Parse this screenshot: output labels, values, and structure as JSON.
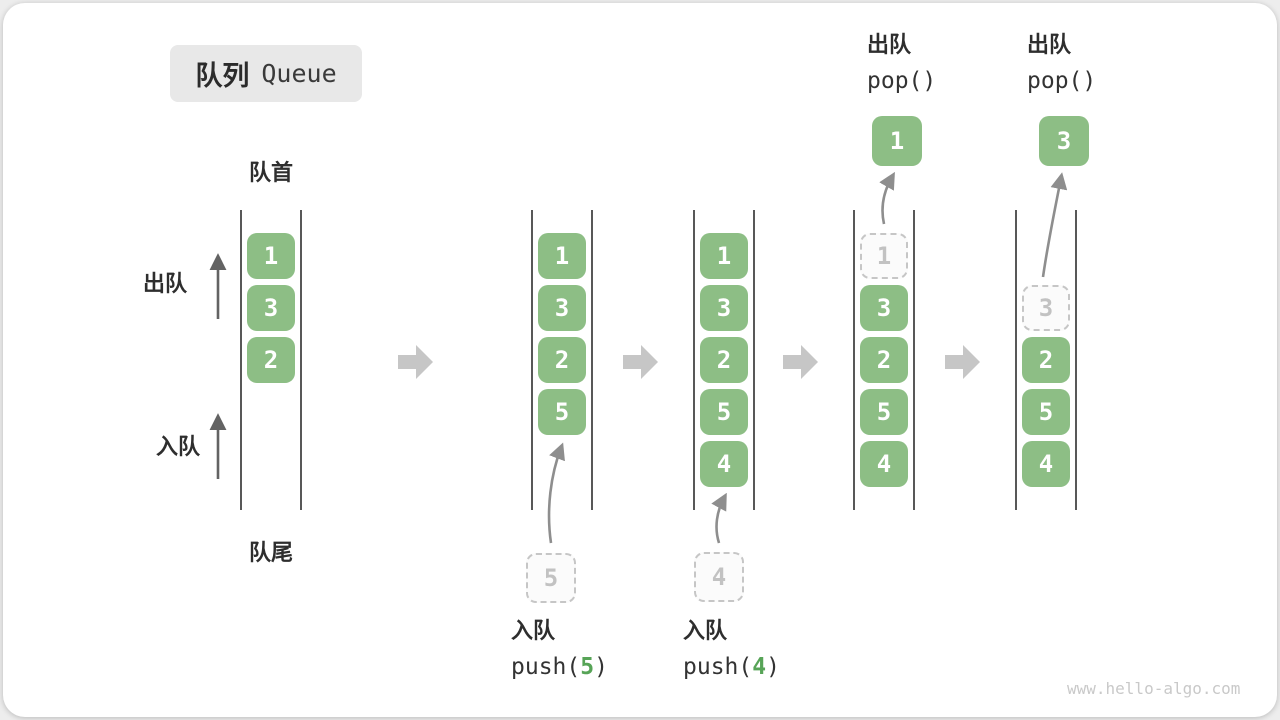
{
  "title": {
    "zh": "队列",
    "en": "Queue"
  },
  "side_labels": {
    "front": "队首",
    "rear": "队尾",
    "dequeue": "出队",
    "enqueue": "入队"
  },
  "colors": {
    "green": "#8DBE85",
    "code_green": "#57A457"
  },
  "watermark": "www.hello-algo.com",
  "states": [
    {
      "name": "initial-queue",
      "boxes": [
        {
          "slot": 0,
          "value": "1",
          "style": "solid"
        },
        {
          "slot": 1,
          "value": "3",
          "style": "solid"
        },
        {
          "slot": 2,
          "value": "2",
          "style": "solid"
        }
      ]
    },
    {
      "name": "after-push-5",
      "boxes": [
        {
          "slot": 0,
          "value": "1",
          "style": "solid"
        },
        {
          "slot": 1,
          "value": "3",
          "style": "solid"
        },
        {
          "slot": 2,
          "value": "2",
          "style": "solid"
        },
        {
          "slot": 3,
          "value": "5",
          "style": "solid"
        }
      ],
      "op": {
        "type": "enqueue",
        "label": "入队",
        "code_pre": "push(",
        "code_arg": "5",
        "code_post": ")",
        "loose": {
          "value": "5",
          "style": "dashed",
          "position": "below"
        }
      }
    },
    {
      "name": "after-push-4",
      "boxes": [
        {
          "slot": 0,
          "value": "1",
          "style": "solid"
        },
        {
          "slot": 1,
          "value": "3",
          "style": "solid"
        },
        {
          "slot": 2,
          "value": "2",
          "style": "solid"
        },
        {
          "slot": 3,
          "value": "5",
          "style": "solid"
        },
        {
          "slot": 4,
          "value": "4",
          "style": "solid"
        }
      ],
      "op": {
        "type": "enqueue",
        "label": "入队",
        "code_pre": "push(",
        "code_arg": "4",
        "code_post": ")",
        "loose": {
          "value": "4",
          "style": "dashed",
          "position": "below"
        }
      }
    },
    {
      "name": "after-pop-1",
      "boxes": [
        {
          "slot": 0,
          "value": "1",
          "style": "dashed"
        },
        {
          "slot": 1,
          "value": "3",
          "style": "solid"
        },
        {
          "slot": 2,
          "value": "2",
          "style": "solid"
        },
        {
          "slot": 3,
          "value": "5",
          "style": "solid"
        },
        {
          "slot": 4,
          "value": "4",
          "style": "solid"
        }
      ],
      "op": {
        "type": "dequeue",
        "label": "出队",
        "code_pre": "pop(",
        "code_arg": "",
        "code_post": ")",
        "loose": {
          "value": "1",
          "style": "solid",
          "position": "above"
        }
      }
    },
    {
      "name": "after-pop-3",
      "boxes": [
        {
          "slot": 1,
          "value": "3",
          "style": "dashed"
        },
        {
          "slot": 2,
          "value": "2",
          "style": "solid"
        },
        {
          "slot": 3,
          "value": "5",
          "style": "solid"
        },
        {
          "slot": 4,
          "value": "4",
          "style": "solid"
        }
      ],
      "op": {
        "type": "dequeue",
        "label": "出队",
        "code_pre": "pop(",
        "code_arg": "",
        "code_post": ")",
        "loose": {
          "value": "3",
          "style": "solid",
          "position": "above"
        }
      }
    }
  ]
}
